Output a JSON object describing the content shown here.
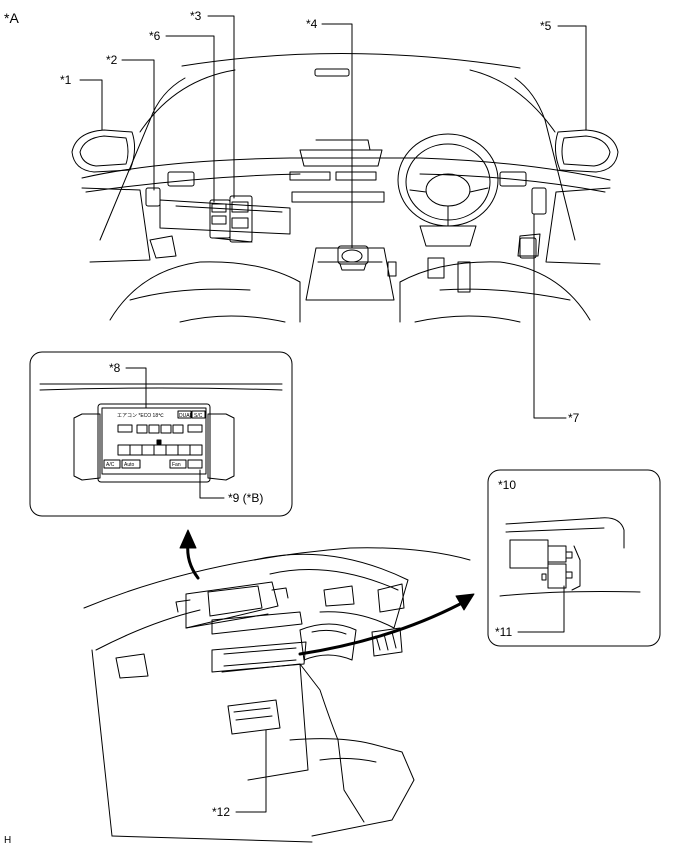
{
  "view_label": "*A",
  "callouts": {
    "c1": "*1",
    "c2": "*2",
    "c3": "*3",
    "c4": "*4",
    "c5": "*5",
    "c6": "*6",
    "c7": "*7",
    "c8": "*8",
    "c9": "*9 (*B)",
    "c10": "*10",
    "c11": "*11",
    "c12": "*12"
  },
  "screen_text": {
    "status_line": "エアコン *ECO 18℃",
    "btn_dual": "DUAL",
    "btn_sync": "S/C",
    "btn_ac": "A/C",
    "btn_auto": "Auto",
    "btn_fan": "Fan"
  },
  "corner_code": "H"
}
